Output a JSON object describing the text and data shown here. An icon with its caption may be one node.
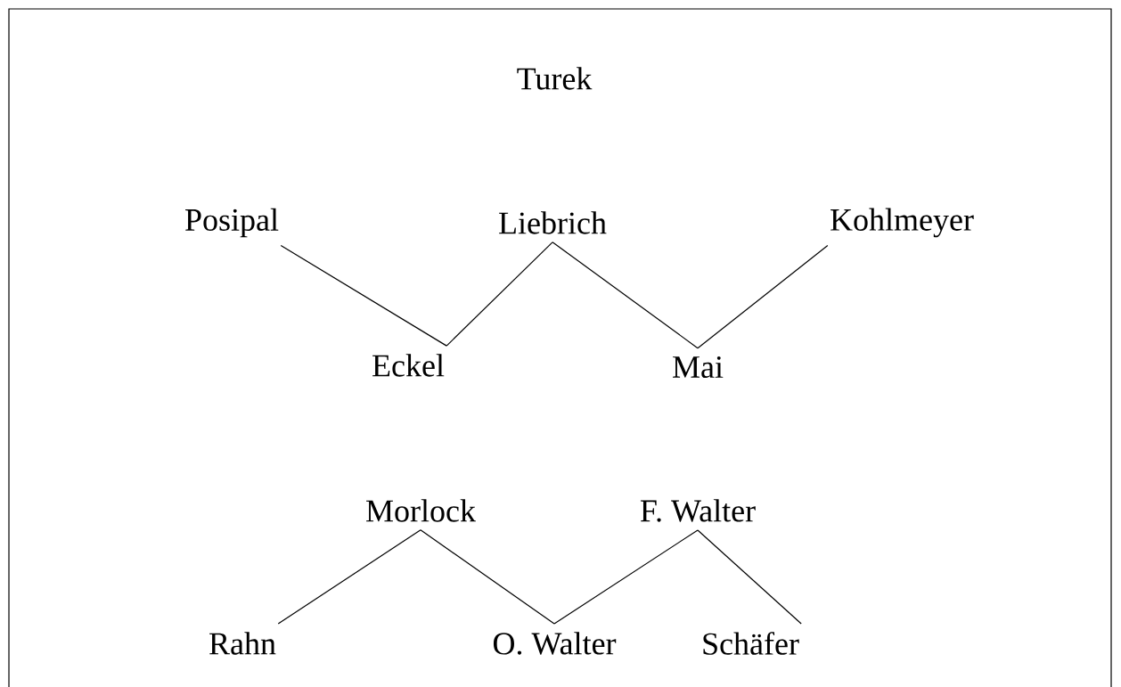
{
  "diagram": {
    "nodes": [
      {
        "text": [
          "Turek"
        ]
      },
      {
        "text": [
          "Posipal"
        ]
      },
      {
        "text": [
          "Liebrich"
        ]
      },
      {
        "text": [
          "Kohlmeyer"
        ]
      },
      {
        "text": [
          "Eckel"
        ]
      },
      {
        "text": [
          "Mai"
        ]
      },
      {
        "text": [
          "Morlock"
        ]
      },
      {
        "text": [
          "F. Walter"
        ]
      },
      {
        "text": [
          "Rahn"
        ]
      },
      {
        "text": [
          "O. Walter"
        ]
      },
      {
        "text": [
          "Schäfer"
        ]
      }
    ],
    "edges": [
      {
        "from": 1,
        "to": 4,
        "arrow": "none"
      },
      {
        "from": 4,
        "to": 2,
        "arrow": "none"
      },
      {
        "from": 2,
        "to": 5,
        "arrow": "none"
      },
      {
        "from": 5,
        "to": 3,
        "arrow": "none"
      },
      {
        "from": 8,
        "to": 6,
        "arrow": "none"
      },
      {
        "from": 6,
        "to": 9,
        "arrow": "none"
      },
      {
        "from": 9,
        "to": 7,
        "arrow": "none"
      },
      {
        "from": 7,
        "to": 10,
        "arrow": "none"
      }
    ]
  }
}
